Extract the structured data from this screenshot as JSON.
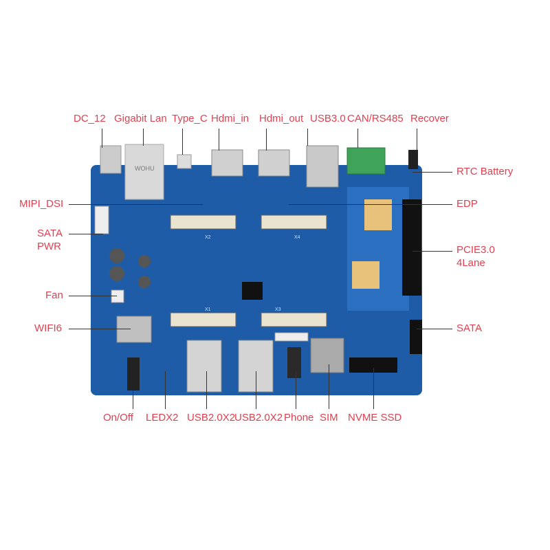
{
  "top_labels": [
    "DC_12",
    "Gigabit Lan",
    "Type_C",
    "Hdmi_in",
    "Hdmi_out",
    "USB3.0",
    "CAN/RS485",
    "Recover"
  ],
  "right_labels": {
    "rtc": "RTC Battery",
    "edp": "EDP",
    "pcie_1": "PCIE3.0",
    "pcie_2": "4Lane",
    "sata": "SATA"
  },
  "left_labels": {
    "mipi": "MIPI_DSI",
    "sata_pwr_1": "SATA",
    "sata_pwr_2": "PWR",
    "fan": "Fan",
    "wifi": "WIFI6"
  },
  "bottom_labels": [
    "On/Off",
    "LEDX2",
    "USB2.0X2",
    "USB2.0X2",
    "Phone",
    "SIM",
    "NVME SSD"
  ],
  "board_silkscreen": {
    "x1": "X1",
    "x2": "X2",
    "x3": "X3",
    "x4": "X4",
    "lan_brand": "WOHU"
  },
  "colors": {
    "label": "#e0404f",
    "board": "#1e5ca8",
    "line": "#333333"
  }
}
